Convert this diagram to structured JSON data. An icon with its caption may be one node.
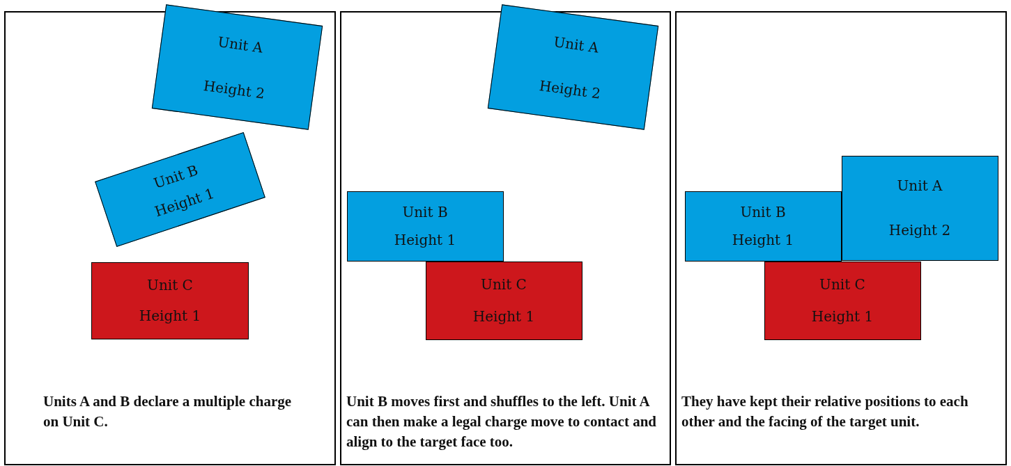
{
  "diagram": {
    "nodes": [
      {
        "text": [
          "Units A and B declare a multiple charge on Unit C."
        ]
      },
      {
        "text": [
          "Unit A",
          "Height 2"
        ],
        "in": 0
      },
      {
        "text": [
          "Unit B",
          "Height 1"
        ],
        "in": 0
      },
      {
        "text": [
          "Unit C",
          "Height 1"
        ],
        "in": 0
      },
      {
        "text": [
          "Unit B moves first and shuffles to the left. Unit A can then make a legal charge move to contact and align to the target face too."
        ]
      },
      {
        "text": [
          "Unit A",
          "Height 2"
        ],
        "in": 4
      },
      {
        "text": [
          "Unit B",
          "Height 1"
        ],
        "in": 4
      },
      {
        "text": [
          "Unit C",
          "Height 1"
        ],
        "in": 4
      },
      {
        "text": [
          "They have kept their relative positions to each other and the facing of the target unit."
        ]
      },
      {
        "text": [
          "Unit B",
          "Height 1"
        ],
        "in": 8
      },
      {
        "text": [
          "Unit A",
          "Height 2"
        ],
        "in": 8
      },
      {
        "text": [
          "Unit C",
          "Height 1"
        ],
        "in": 8
      }
    ]
  }
}
